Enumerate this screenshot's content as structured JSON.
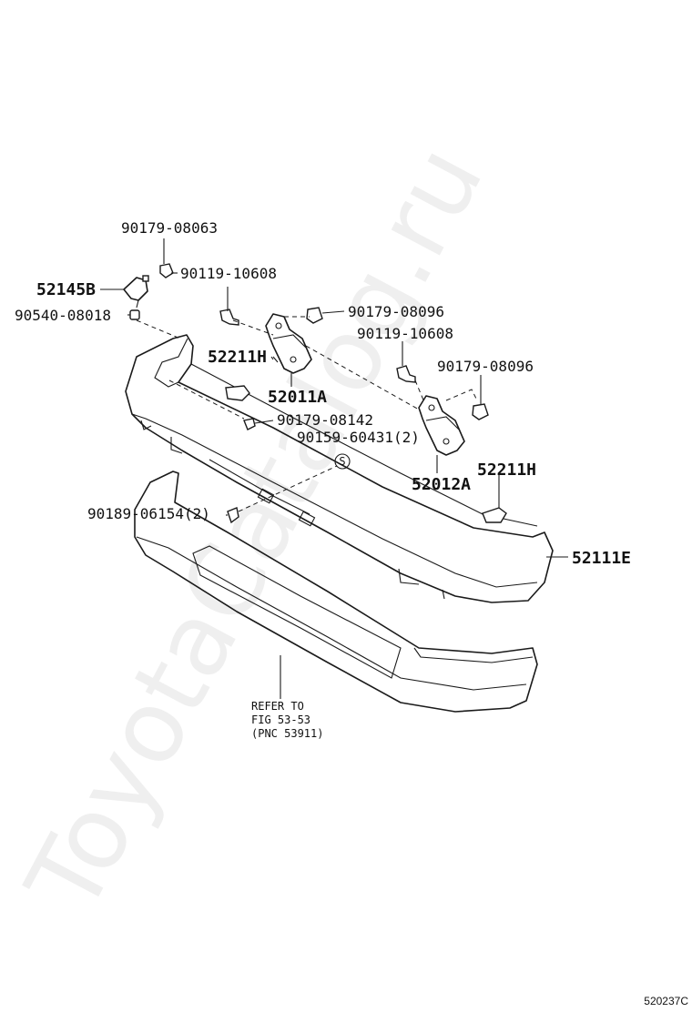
{
  "watermark": "ToyotaCatalog.ru",
  "diagram_code": "520237C",
  "labels": {
    "p90179_08063": "90179-08063",
    "p52145B": "52145B",
    "p90119_10608_a": "90119-10608",
    "p90540_08018": "90540-08018",
    "p90179_08096_a": "90179-08096",
    "p90119_10608_b": "90119-10608",
    "p52211H_a": "52211H",
    "p90179_08096_b": "90179-08096",
    "p52011A": "52011A",
    "p90179_08142": "90179-08142",
    "p90159_60431": "90159-60431(2)",
    "p52012A": "52012A",
    "p52211H_b": "52211H",
    "p90189_06154": "90189-06154(2)",
    "p52111E": "52111E",
    "s_marker": "S"
  },
  "note": {
    "line1": "REFER TO",
    "line2": "FIG 53-53",
    "line3": "(PNC 53911)"
  }
}
